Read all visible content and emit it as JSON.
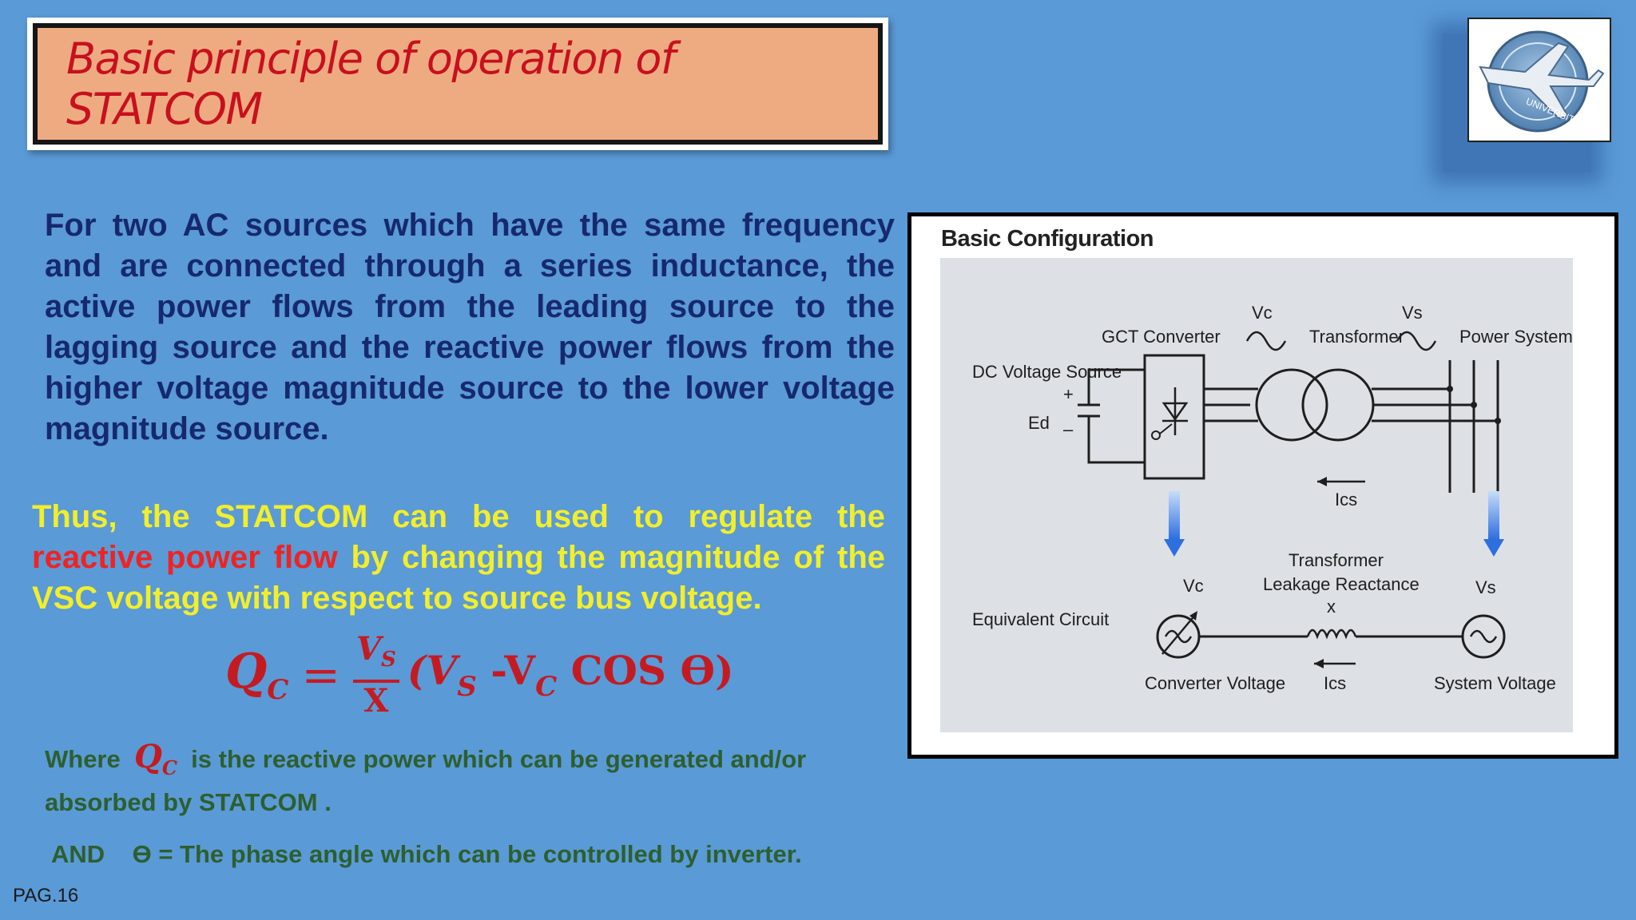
{
  "slide": {
    "title": "Basic principle of operation of STATCOM",
    "page_label": "PAG.16"
  },
  "logo": {
    "icon": "university-airplane-logo",
    "text": "UNIVERSITY"
  },
  "paragraph1": "For two AC sources which have the same frequency and are connected through a series inductance, the active power flows from the leading source to the lagging source and the reactive power flows from the higher voltage magnitude source to the lower voltage magnitude source.",
  "paragraph2": {
    "part1": "Thus, the STATCOM can be used to regulate the",
    "highlight": "reactive power flow",
    "part2": "by changing the magnitude of the VSC voltage with respect to source bus voltage."
  },
  "formula": {
    "lhs": "Q",
    "lhs_sub": "C",
    "equals": "=",
    "numerator": "V",
    "numerator_sub": "S",
    "denominator": "X",
    "rest_open": "(V",
    "rest_sub1": "S",
    "rest_mid": " -V",
    "rest_sub2": "C",
    "rest_close": " COS ϴ)"
  },
  "where_text": {
    "prefix": "Where",
    "symbol": "Q",
    "symbol_sub": "C",
    "suffix": "is the reactive power which can be generated and/or absorbed by STATCOM ."
  },
  "and_text": "AND    ϴ = The phase angle which can be controlled by inverter.",
  "diagram": {
    "title": "Basic Configuration",
    "labels": {
      "dc_source": "DC Voltage Source",
      "ed": "Ed",
      "gct": "GCT Converter",
      "vc_top": "Vc",
      "vs_top": "Vs",
      "transformer": "Transformer",
      "power_system": "Power System",
      "ics_top": "Ics",
      "equivalent": "Equivalent Circuit",
      "vc_bottom": "Vc",
      "vs_bottom": "Vs",
      "leakage_line1": "Transformer",
      "leakage_line2": "Leakage Reactance",
      "x": "x",
      "ics_bottom": "Ics",
      "converter_voltage": "Converter Voltage",
      "system_voltage": "System Voltage",
      "plus": "+",
      "minus": "–"
    },
    "colors": {
      "panel": "#dde1e5",
      "line": "#1e1e1e",
      "arrow": "#2e6fe0"
    }
  }
}
